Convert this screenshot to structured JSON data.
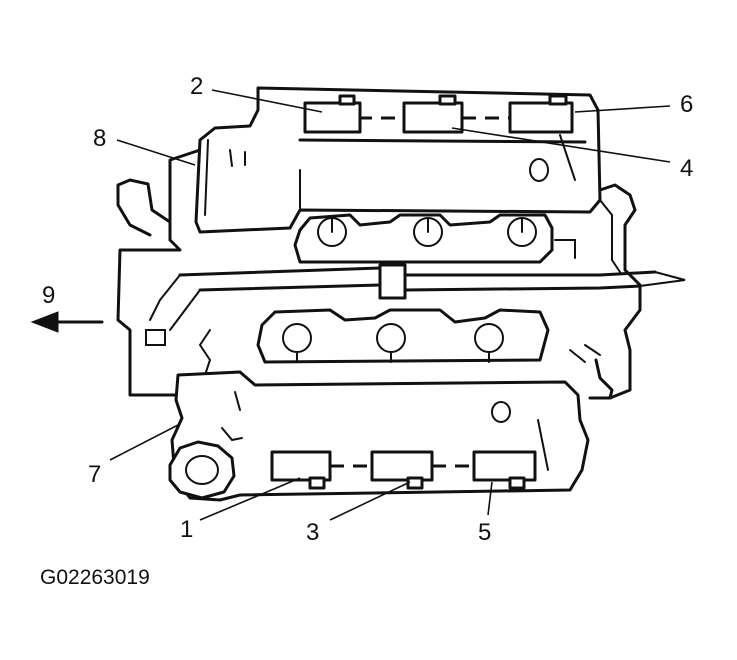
{
  "callouts": [
    "1",
    "2",
    "3",
    "4",
    "5",
    "6",
    "7",
    "8",
    "9"
  ],
  "figure_code": "G02263019",
  "colors": {
    "ink": "#111111",
    "paper": "#ffffff"
  }
}
